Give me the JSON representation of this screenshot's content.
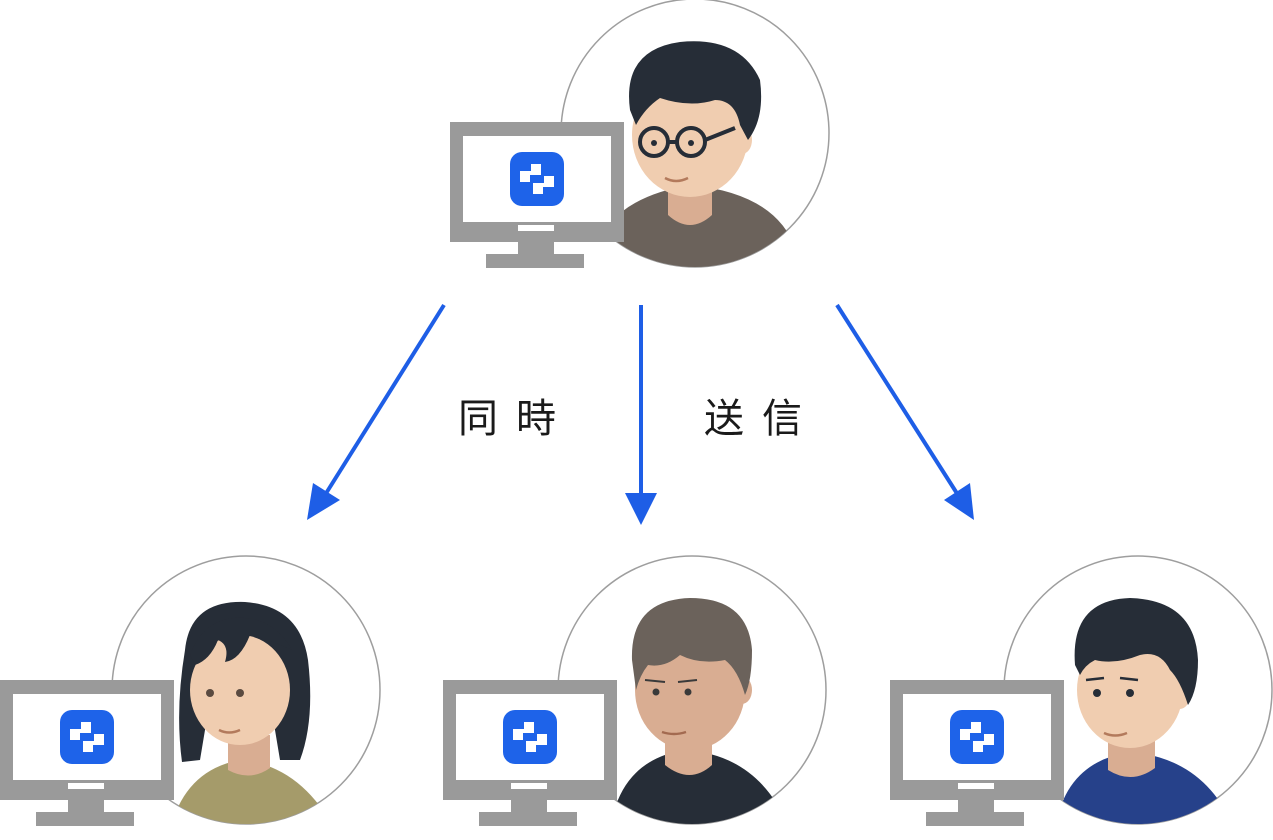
{
  "labels": {
    "left": "同時",
    "right": "送信"
  },
  "colors": {
    "arrow": "#1e5ee6",
    "monitor_frame": "#9a9a9a",
    "logo": "#1e63e9",
    "skin": "#f0cdb0",
    "hair_dark": "#262d37",
    "hair_brown": "#6b625b",
    "shirt_gray": "#6b625b",
    "shirt_olive": "#a59b6a",
    "shirt_black": "#262d37",
    "shirt_navy": "#26418a"
  },
  "people": [
    {
      "role": "sender",
      "icon": "person-with-glasses"
    },
    {
      "role": "recipient",
      "icon": "woman-dark-hair"
    },
    {
      "role": "recipient",
      "icon": "man-brown-hair"
    },
    {
      "role": "recipient",
      "icon": "man-dark-hair"
    }
  ]
}
